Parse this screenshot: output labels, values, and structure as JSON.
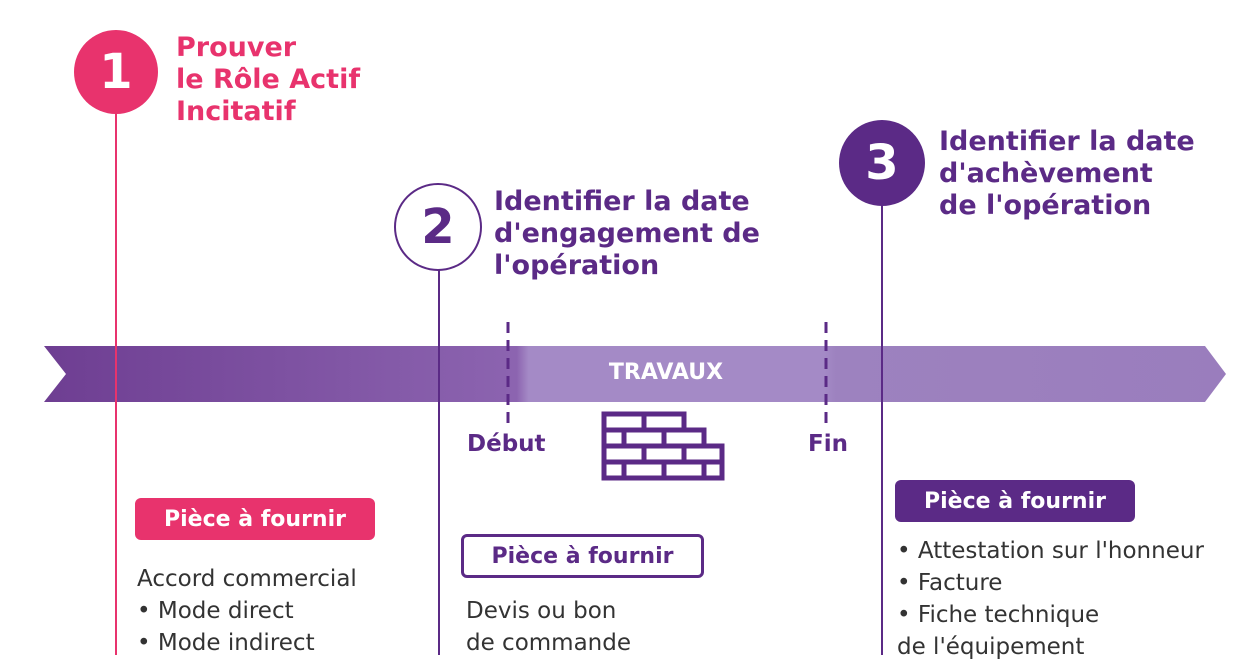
{
  "colors": {
    "pink": "#e8336d",
    "purple": "#5b2a86",
    "bar_dark": "#7a4a9c",
    "bar_light": "#a58bc4",
    "text": "#333333"
  },
  "steps": [
    {
      "number": "1",
      "title": "Prouver\nle Rôle Actif\nIncitatif",
      "badge": "Pièce à fournir",
      "intro": "Accord commercial",
      "items": [
        "Mode direct",
        "Mode indirect"
      ]
    },
    {
      "number": "2",
      "title": "Identifier la date\nd'engagement de\nl'opération",
      "badge": "Pièce à fournir",
      "intro": "Devis ou bon\nde commande",
      "items": []
    },
    {
      "number": "3",
      "title": "Identifier la date\nd'achèvement\nde l'opération",
      "badge": "Pièce à fournir",
      "intro": "",
      "items": [
        "Attestation sur l'honneur",
        "Facture",
        "Fiche technique\nde l'équipement"
      ]
    }
  ],
  "timeline": {
    "label": "TRAVAUX",
    "start_label": "Début",
    "end_label": "Fin",
    "icon": "brick-wall-icon"
  }
}
